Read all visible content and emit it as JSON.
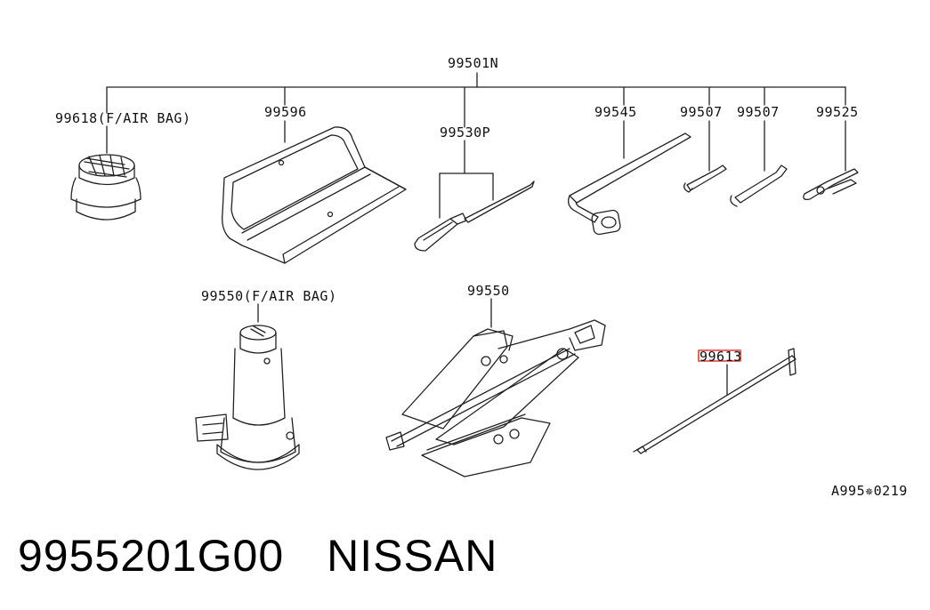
{
  "diagram": {
    "root_label": "99501N",
    "parts": [
      {
        "id": "p1",
        "label": "99618(F/AIR BAG)",
        "name": "jack-cap"
      },
      {
        "id": "p2",
        "label": "99596",
        "name": "tool-bag"
      },
      {
        "id": "p3",
        "label": "99530P",
        "name": "screwdriver"
      },
      {
        "id": "p4",
        "label": "99545",
        "name": "wheel-nut-wrench"
      },
      {
        "id": "p5",
        "label": "99507",
        "name": "spanner-small"
      },
      {
        "id": "p6",
        "label": "99507",
        "name": "spanner-large"
      },
      {
        "id": "p7",
        "label": "99525",
        "name": "pliers"
      },
      {
        "id": "p8",
        "label": "99550(F/AIR BAG)",
        "name": "bottle-jack"
      },
      {
        "id": "p9",
        "label": "99550",
        "name": "scissor-jack"
      },
      {
        "id": "p10",
        "label": "99613",
        "name": "jack-handle"
      }
    ],
    "highlight_color": "#e53935",
    "drawing_code": "A995✵0219"
  },
  "footer": {
    "part_number": "9955201G00",
    "brand": "NISSAN"
  }
}
